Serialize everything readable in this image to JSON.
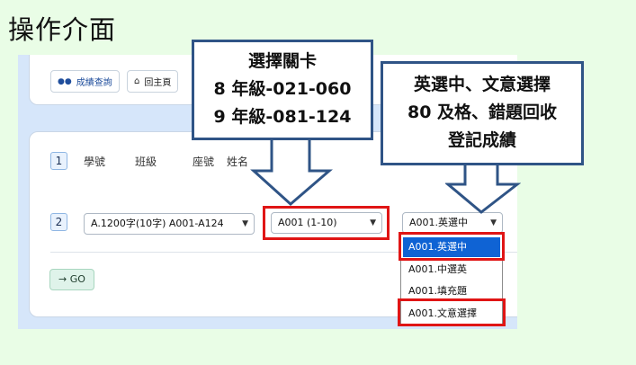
{
  "slide_title": "操作介面",
  "toolbar": {
    "score_query_label": "成績查詢",
    "home_label": "回主頁"
  },
  "steps": {
    "step1_number": "1",
    "step2_number": "2"
  },
  "headers": {
    "student_id": "學號",
    "class": "班級",
    "seat": "座號",
    "name": "姓名"
  },
  "selects": {
    "quiz_set": "A.1200字(10字) A001-A124",
    "level": "A001 (1-10)",
    "mode": "A001.英選中"
  },
  "dropdown_options": [
    "A001.英選中",
    "A001.中選英",
    "A001.填充題",
    "A001.文意選擇"
  ],
  "go_label": "→ GO",
  "callouts": {
    "left": [
      "選擇關卡",
      "8 年級-021-060",
      "9 年級-081-124"
    ],
    "right": [
      "英選中、文意選擇",
      "80 及格、錯題回收",
      "登記成績"
    ]
  },
  "icons": {
    "score_query": "user-group-icon",
    "home": "home-icon",
    "select": "chevron-down-icon",
    "go": "arrow-right-icon"
  },
  "colors": {
    "highlight_red": "#e01515",
    "callout_border": "#2f5486",
    "selected_option": "#0f63d4",
    "page_background": "#e9fde6"
  }
}
